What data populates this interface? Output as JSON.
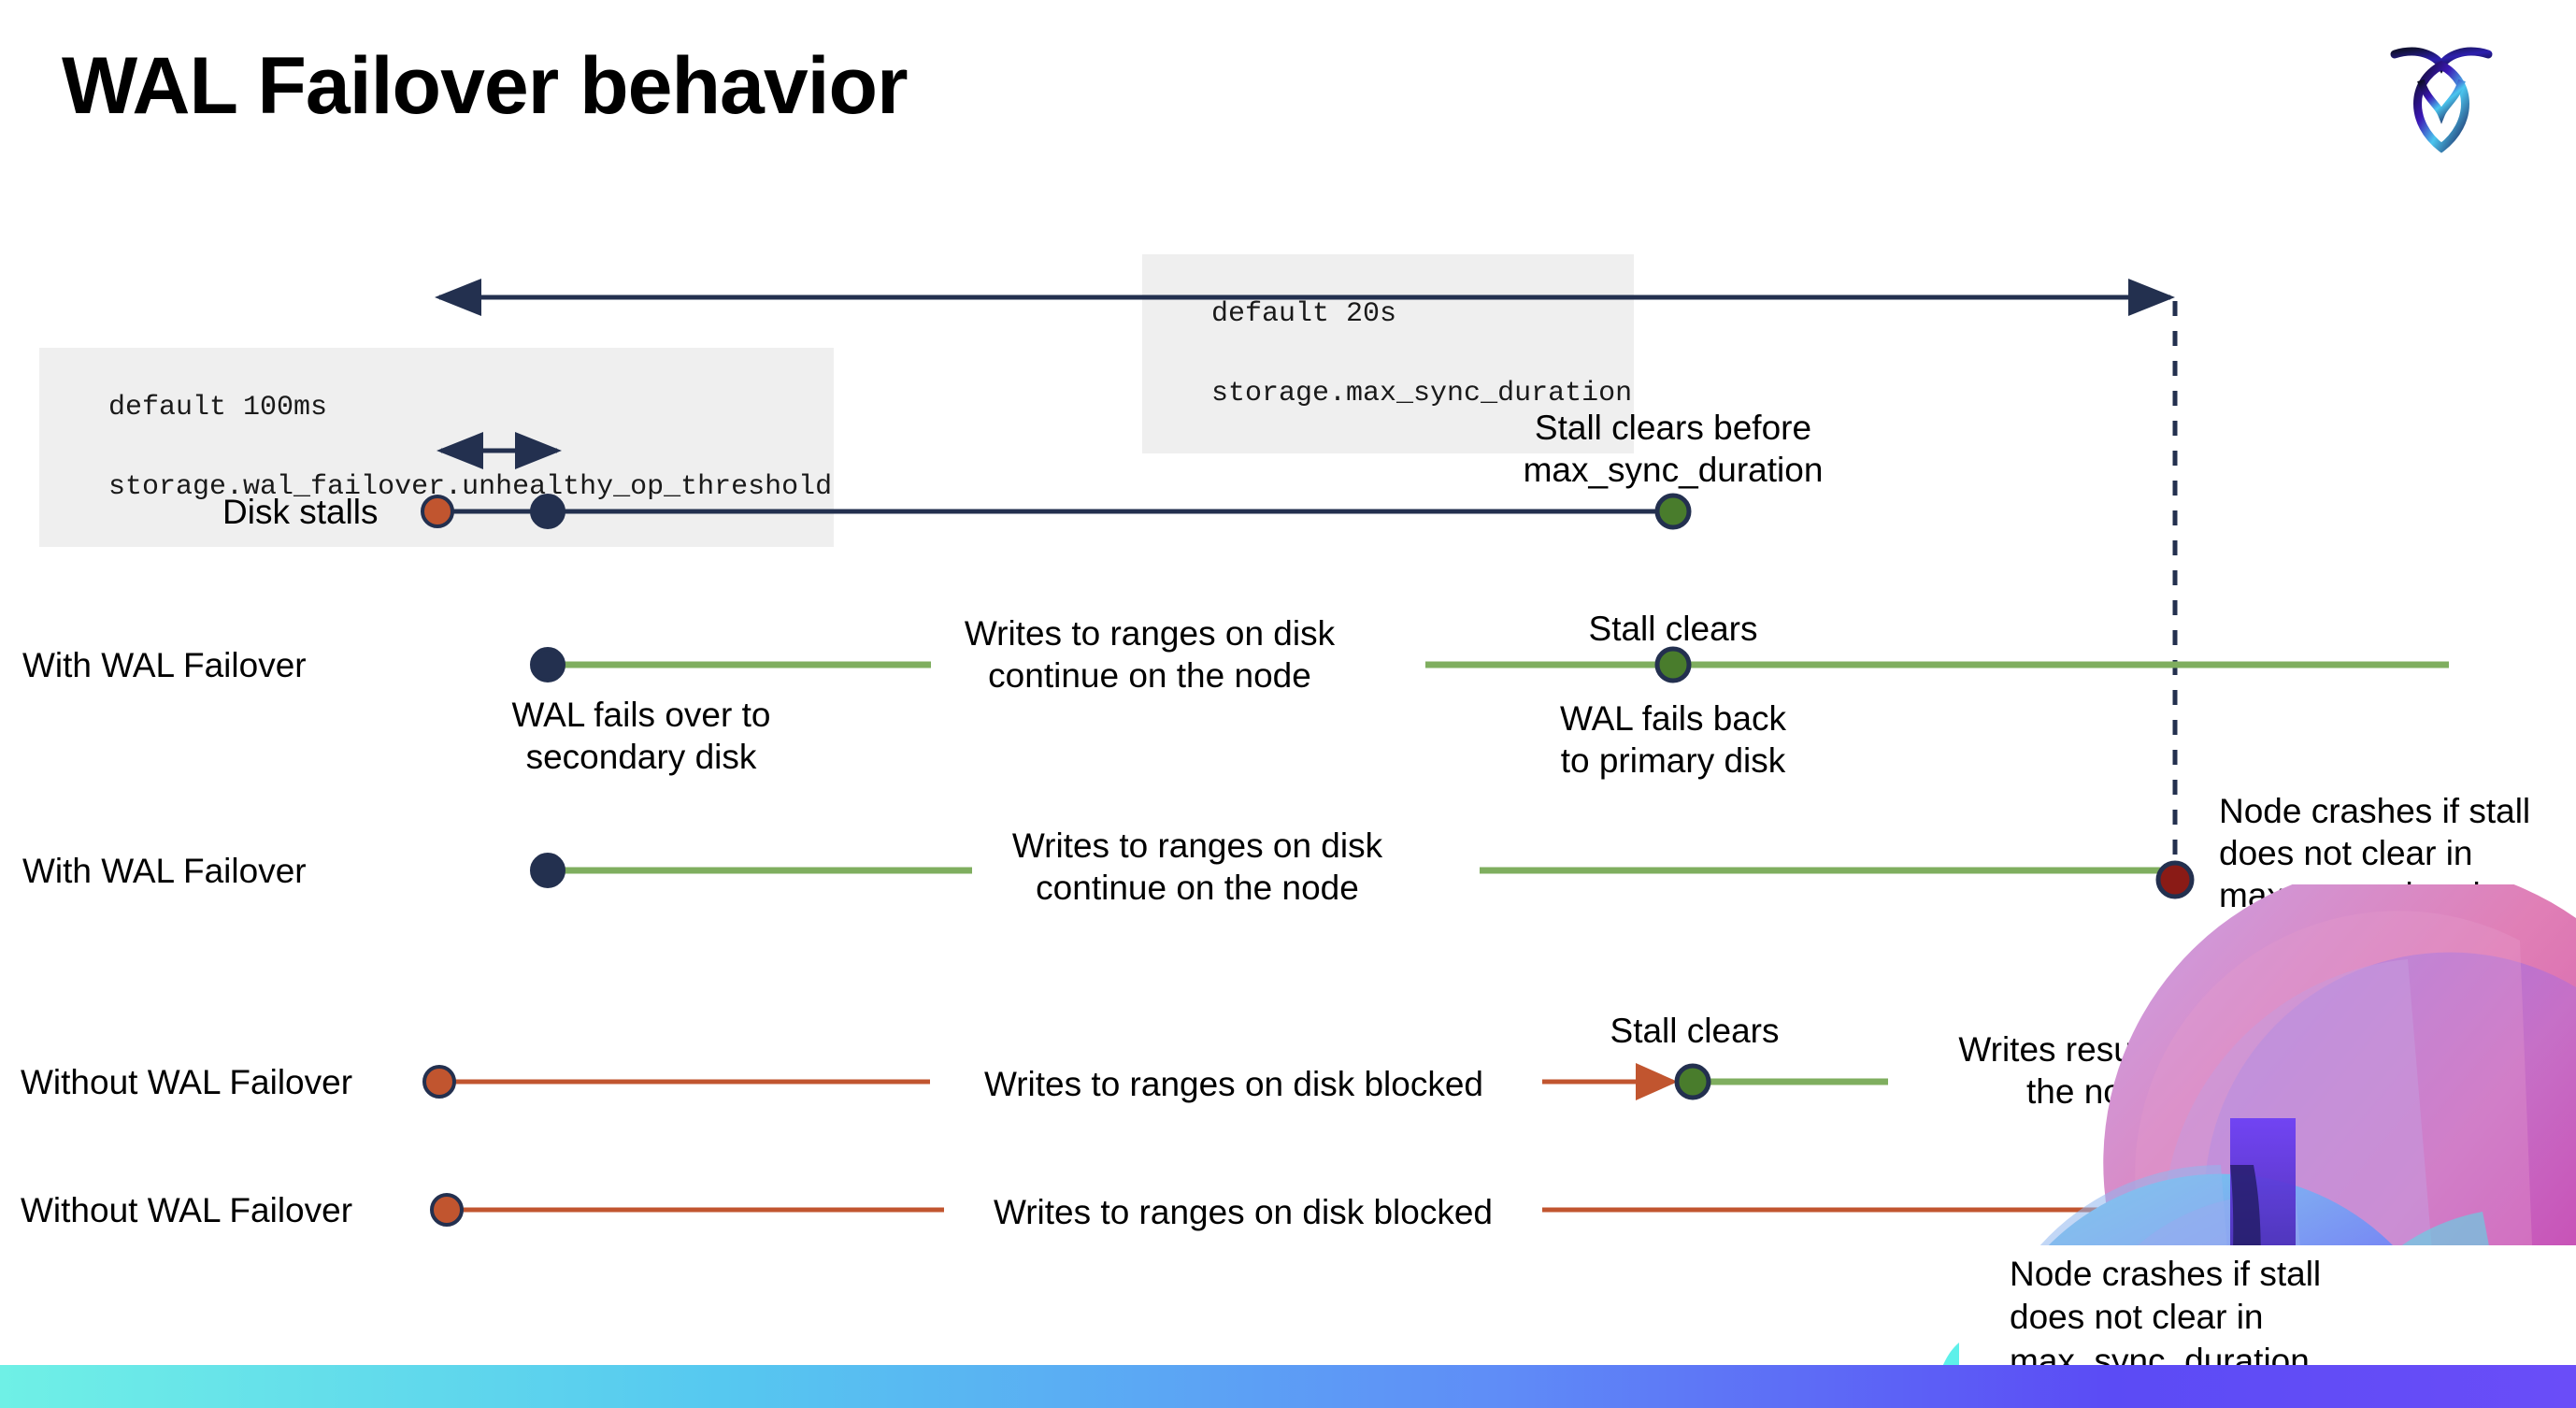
{
  "slide": {
    "title": "WAL Failover behavior",
    "logo_name": "cockroachdb-logo"
  },
  "settings": [
    {
      "id": "max-sync-duration",
      "default_line": "default 20s",
      "setting_line": "storage.max_sync_duration"
    },
    {
      "id": "unhealthy-op-threshold",
      "default_line": "default 100ms",
      "setting_line": "storage.wal_failover.unhealthy_op_threshold"
    }
  ],
  "rows": [
    {
      "id": "disk-stalls",
      "label": "Disk stalls",
      "annotations": [
        "Stall clears before\nmax_sync_duration"
      ]
    },
    {
      "id": "with-wal-failover-clears",
      "label": "With WAL Failover",
      "annotations": [
        "WAL fails over to\nsecondary disk",
        "Writes to ranges on disk\ncontinue on the node",
        "Stall clears",
        "WAL fails  back\nto primary disk"
      ]
    },
    {
      "id": "with-wal-failover-crash",
      "label": "With WAL Failover",
      "annotations": [
        "Writes to ranges on disk\ncontinue on the node",
        "Node crashes if stall\ndoes not clear in\nmax_sync_duration"
      ]
    },
    {
      "id": "without-wal-failover-clears",
      "label": "Without WAL Failover",
      "annotations": [
        "Writes to ranges on disk  blocked",
        "Stall clears",
        "Writes resume on\nthe node"
      ]
    },
    {
      "id": "without-wal-failover-crash",
      "label": "Without WAL Failover",
      "annotations": [
        "Writes to ranges on disk  blocked",
        "Node crashes if stall\ndoes not clear in\nmax_sync_duration"
      ]
    }
  ],
  "colors": {
    "navy": "#23304f",
    "orange": "#c1552f",
    "green_line": "#7fae5f",
    "green_dot": "#497c2c",
    "dark_red": "#8a1b16",
    "code_bg": "#efefef",
    "bar_start": "#6ff0e6",
    "bar_end": "#5b4bf5"
  },
  "legend_markers": [
    {
      "name": "stall-start-marker",
      "color": "#c1552f"
    },
    {
      "name": "failover-marker",
      "color": "#23304f"
    },
    {
      "name": "stall-cleared-marker",
      "color": "#497c2c"
    },
    {
      "name": "node-crash-marker",
      "color": "#8a1b16"
    }
  ]
}
